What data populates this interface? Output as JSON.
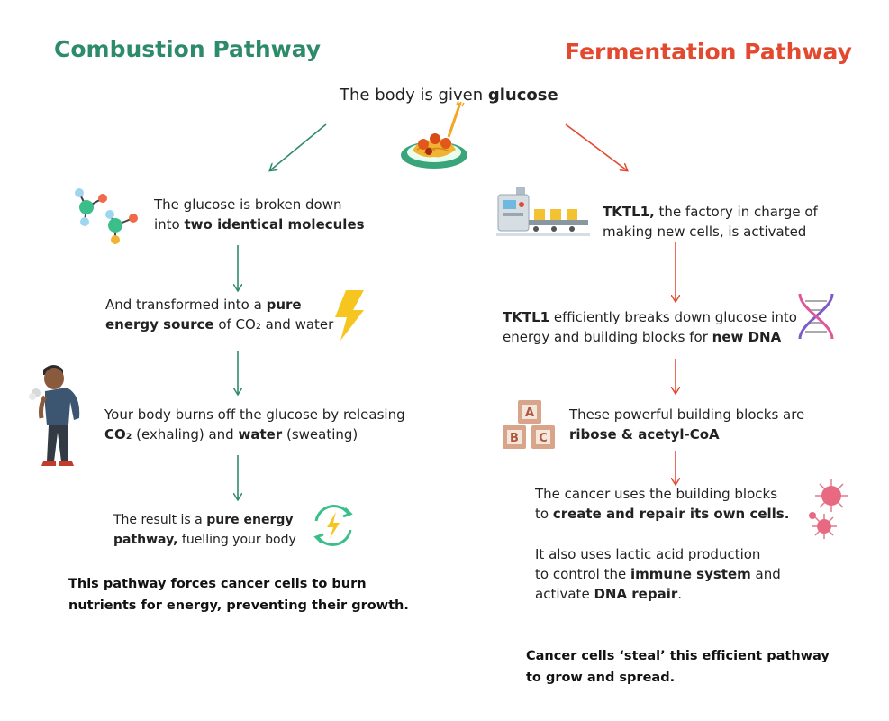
{
  "combustion": {
    "title": "Combustion Pathway",
    "step1": {
      "pre": "The glucose is broken down",
      "mid": "into ",
      "bold": "two identical molecules"
    },
    "step2": {
      "pre": "And transformed into a ",
      "bold1": "pure",
      "bold2": "energy source",
      "post": " of CO₂ and water"
    },
    "step3": {
      "pre": "Your body burns off the glucose by releasing",
      "bold1": "CO₂",
      "mid": " (exhaling) and ",
      "bold2": "water",
      "post": " (sweating)"
    },
    "step4": {
      "pre": "The result is a ",
      "bold1": "pure energy",
      "bold2": "pathway,",
      "post": " fuelling your body"
    },
    "conclusion": {
      "line1": "This pathway forces cancer cells to burn",
      "line2": "nutrients for energy, preventing their growth."
    }
  },
  "fermentation": {
    "title": "Fermentation Pathway",
    "step1": {
      "bold": "TKTL1,",
      "pre": " the factory in charge of",
      "line2": "making new cells, is activated"
    },
    "step2": {
      "bold": "TKTL1",
      "pre": " efficiently breaks down glucose into",
      "line2pre": "energy and building blocks for ",
      "bold2": "new DNA"
    },
    "step3": {
      "pre": "These powerful building blocks are",
      "bold": "ribose & acetyl-CoA"
    },
    "step4": {
      "pre": "The cancer uses the building blocks",
      "mid": "to ",
      "bold": "create and repair its own cells."
    },
    "step5": {
      "pre": "It also uses lactic acid production",
      "mid": "to control the ",
      "bold1": "immune system",
      "post": " and",
      "line3pre": "activate ",
      "bold2": "DNA repair",
      "line3post": "."
    },
    "conclusion": {
      "line1": "Cancer cells ‘steal’ this efficient pathway",
      "line2": "to grow and spread."
    }
  },
  "top": {
    "pre": "The body is given ",
    "bold": "glucose"
  },
  "blocks": {
    "a": "A",
    "b": "B",
    "c": "C"
  },
  "colors": {
    "green": "#2e8b6a",
    "red": "#e2492f",
    "arrow_green": "#2e8b6a",
    "arrow_red": "#e2492f"
  },
  "icons": [
    "spaghetti-plate-icon",
    "molecule-icon",
    "lightning-icon",
    "tired-man-icon",
    "energy-cycle-icon",
    "factory-conveyor-icon",
    "dna-icon",
    "abc-blocks-icon",
    "virus-icon"
  ]
}
